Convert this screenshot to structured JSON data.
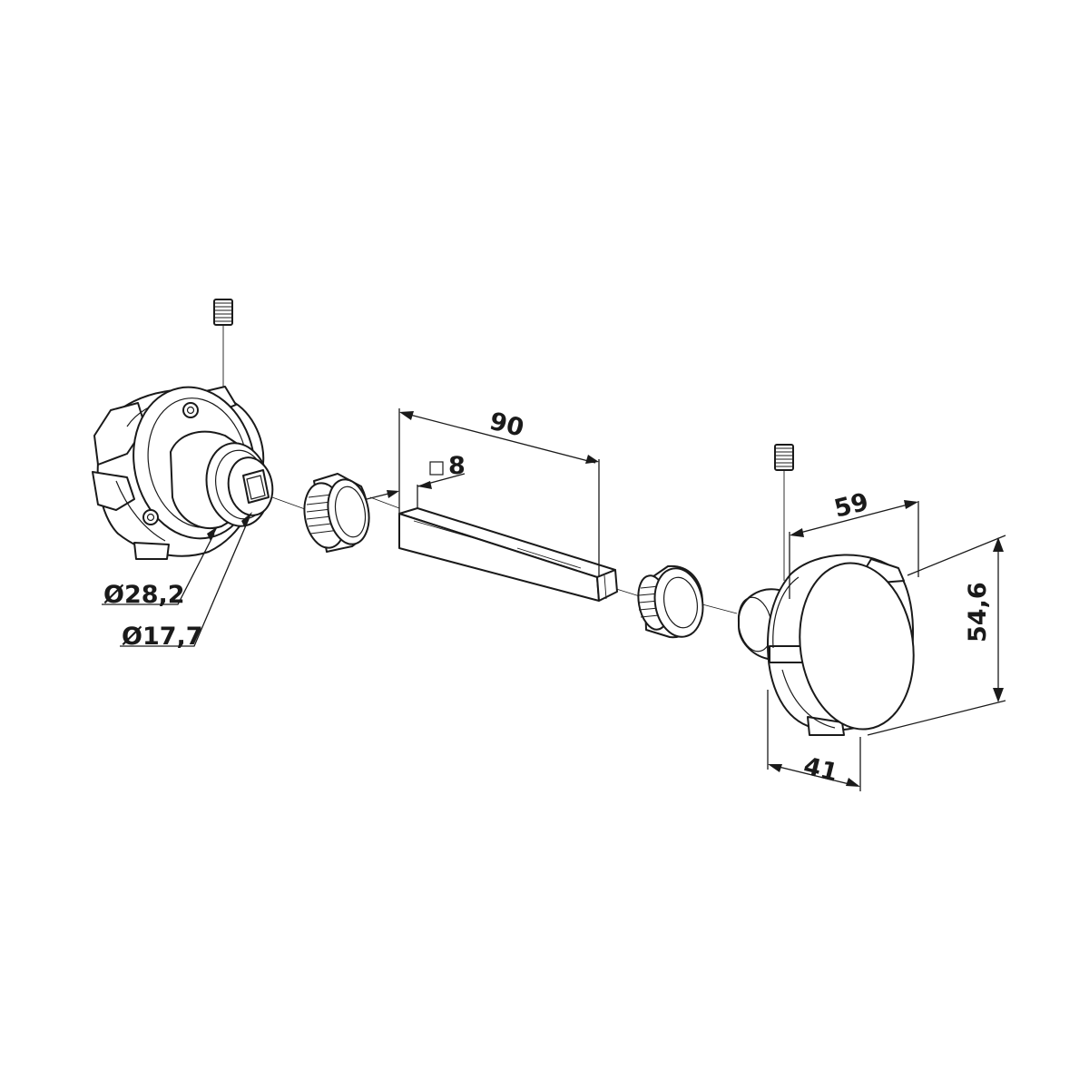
{
  "dimensions": {
    "length": "90",
    "square": "8",
    "width": "59",
    "height": "54,6",
    "depth": "41",
    "rosette_diameter": "Ø28,2",
    "neck_diameter": "Ø17,7"
  }
}
